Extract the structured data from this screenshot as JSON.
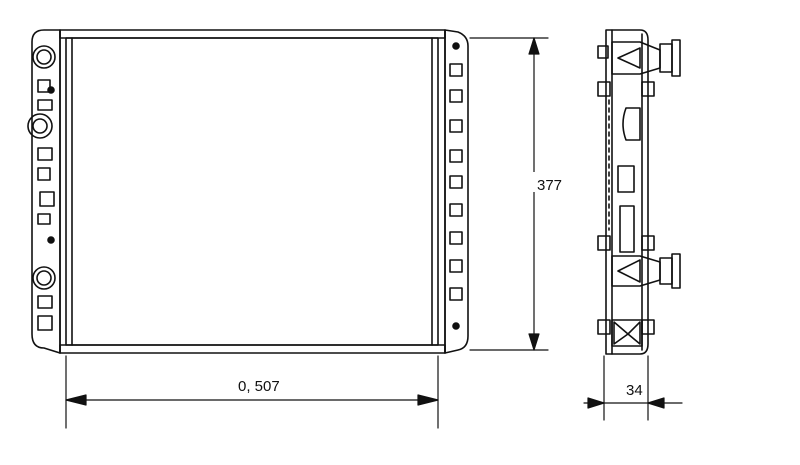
{
  "drawing": {
    "line_color": "#111111",
    "background": "#ffffff"
  },
  "dimensions": {
    "height_label": "377",
    "width_label": "0, 507",
    "depth_label": "34"
  }
}
